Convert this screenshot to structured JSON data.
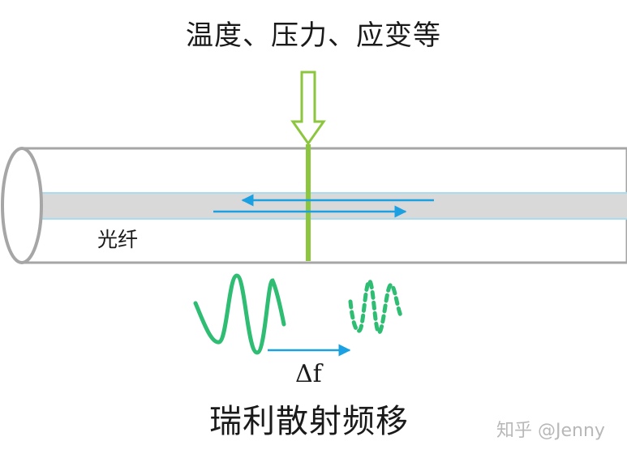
{
  "labels": {
    "stimuli": "温度、压力、应变等",
    "fiber": "光纤",
    "frequency_shift": "Δf",
    "scattering": "瑞利散射频移"
  },
  "watermark": "知乎 @Jenny",
  "colors": {
    "fiber_outline": "#a6a6a6",
    "fiber_core": "#d9d9d9",
    "core_edge": "#a9dcee",
    "stimulus_arrow": "#8cc63f",
    "light_arrows": "#1ba1e2",
    "waves": "#2ebd72"
  }
}
